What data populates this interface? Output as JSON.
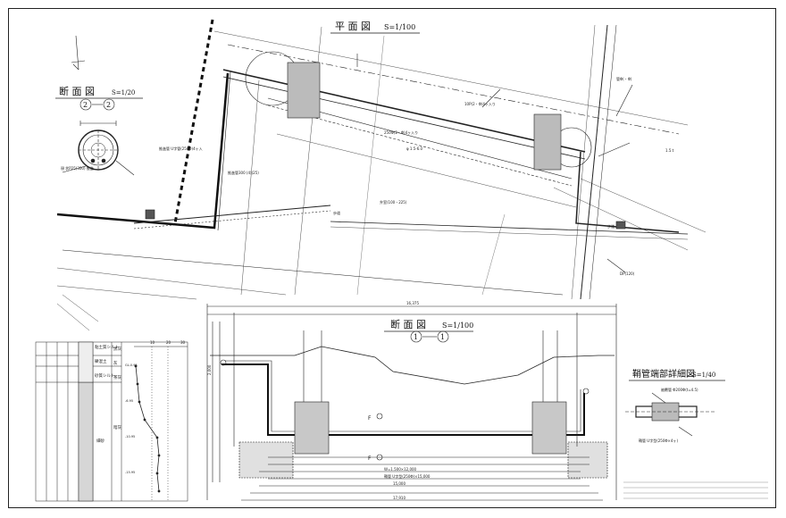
{
  "drawing": {
    "plan_title": "平 面 図",
    "plan_scale": "S=1/100",
    "section22_title": "断 面 図",
    "section22_scale": "S=1/20",
    "section22_mark_a": "2",
    "section22_mark_b": "2",
    "section11_title": "断 面 図",
    "section11_scale": "S=1/100",
    "section11_mark_a": "1",
    "section11_mark_b": "1",
    "detail_title": "鞘管端部詳細図",
    "detail_scale": "S=1/40",
    "soil_layers": [
      "粘土質シルト",
      "礫混土",
      "砂質シルト",
      "細砂"
    ],
    "soil_colors": [
      "黒灰",
      "灰",
      "茶灰",
      "暗灰"
    ],
    "scale_values": [
      "10",
      "20",
      "30"
    ]
  }
}
